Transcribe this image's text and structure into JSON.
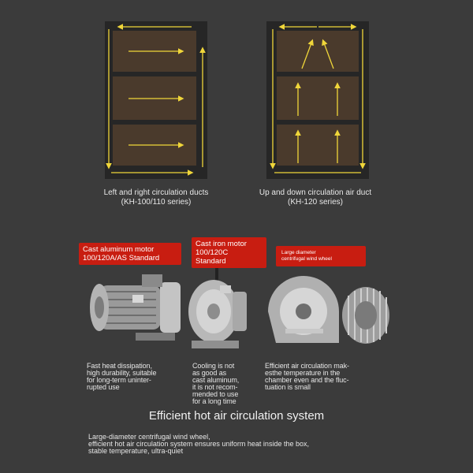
{
  "ducts": [
    {
      "caption_line1": "Left and right circulation ducts",
      "caption_line2": "(KH-100/110 series)"
    },
    {
      "caption_line1": "Up and down circulation air duct",
      "caption_line2": "(KH-120 series)"
    }
  ],
  "motors": [
    {
      "label_line1": "Cast aluminum motor",
      "label_line2": "100/120A/AS Standard",
      "desc": [
        "Fast heat dissipation,",
        "high durability, suitable",
        "for long-term uninter-",
        "rupted use"
      ]
    },
    {
      "label_line1": "Cast iron motor",
      "label_line2": "100/120C",
      "label_line3": "Standard",
      "desc": [
        "Cooling is not",
        "as good as",
        "cast aluminum,",
        "it is not recom-",
        "mended to use",
        "for a long time"
      ]
    },
    {
      "label_line1": "Large diameter",
      "label_line2": "centrifugal wind wheel",
      "desc": [
        "Efficient air circulation mak-",
        "esthe temperature in the",
        "chamber even and the fluc-",
        "tuation is small"
      ]
    }
  ],
  "headline": "Efficient hot air circulation system",
  "footer": [
    "Large-diameter centrifugal wind wheel,",
    "efficient hot air circulation system ensures uniform heat inside the box,",
    "stable temperature, ultra-quiet"
  ],
  "colors": {
    "background": "#3b3b3b",
    "arrow": "#f0d63a",
    "shelf": "#4a3a2c",
    "accent": "#c81d11"
  }
}
